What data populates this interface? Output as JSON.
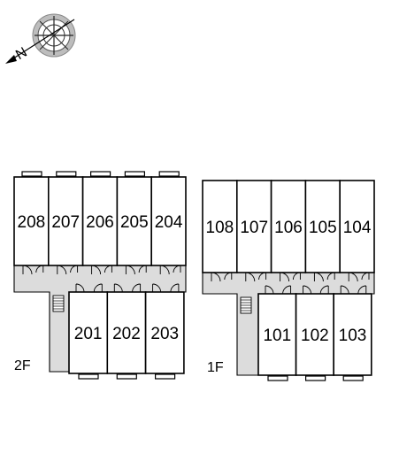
{
  "compass": {
    "label": "N",
    "icon": "compass-rose-icon"
  },
  "floors": [
    {
      "label": "2F",
      "top_units": [
        "208",
        "207",
        "206",
        "205",
        "204"
      ],
      "bottom_units": [
        "201",
        "202",
        "203"
      ]
    },
    {
      "label": "1F",
      "top_units": [
        "108",
        "107",
        "106",
        "105",
        "104"
      ],
      "bottom_units": [
        "101",
        "102",
        "103"
      ]
    }
  ],
  "colors": {
    "wall": "#000000",
    "corridor": "#dcdcdc",
    "unit_fill": "#ffffff"
  }
}
